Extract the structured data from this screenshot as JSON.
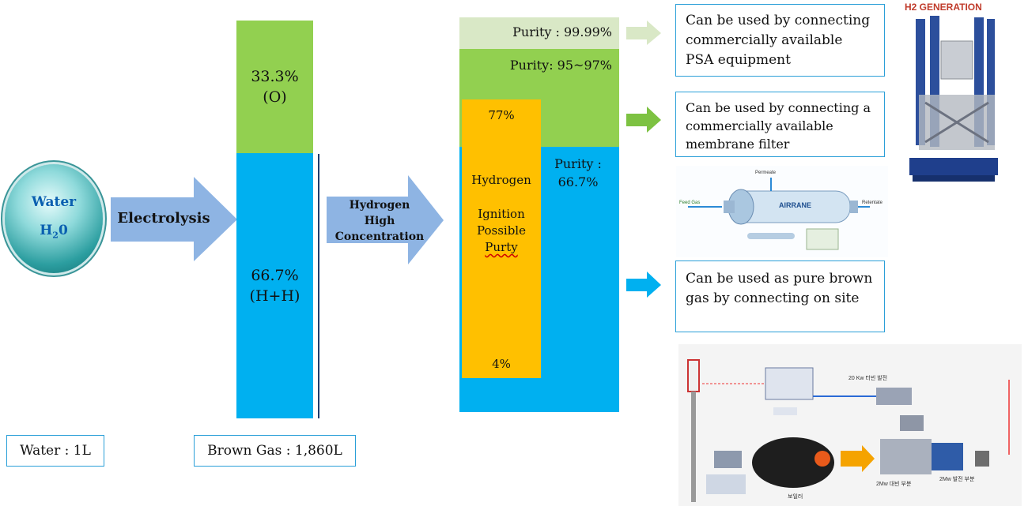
{
  "water": {
    "title": "Water",
    "formula_base": "H",
    "formula_sub": "2",
    "formula_end": "0"
  },
  "arrows": {
    "electrolysis": "Electrolysis",
    "hydrogen": "Hydrogen\nHigh\nConcentration"
  },
  "brown_gas_bar": {
    "oxygen": {
      "percent": "33.3%",
      "label": "(O)"
    },
    "hydrogen": {
      "percent": "66.7%",
      "label": "(H+H)"
    }
  },
  "purity_chart": {
    "purity_top": "Purity : 99.99%",
    "purity_mid": "Purity: 95~97%",
    "purity_low_1": "Purity :",
    "purity_low_2": "66.7%",
    "ignition": {
      "upper": "77%",
      "title": "Hydrogen",
      "desc_1": "Ignition",
      "desc_2": "Possible",
      "desc_3": "Purty",
      "lower": "4%"
    }
  },
  "uses": [
    "Can be used by connecting commercially available PSA equipment",
    "Can be used by connecting a commercially available membrane filter",
    "Can be used as pure brown gas by connecting on site"
  ],
  "images": {
    "h2_generation_title": "H2 GENERATION",
    "membrane_brand": "AIRRANE",
    "membrane_permeate": "Permeate",
    "membrane_feed": "Feed Gas",
    "membrane_retentate": "Retentate",
    "system_turbine": "20 Kw 터빈 발전",
    "system_steam": "2Mw 대빈 부분",
    "system_generator": "2Mw 발전 부분",
    "system_boiler": "보일러"
  },
  "footer": {
    "water_volume": "Water : 1L",
    "brown_gas_volume": "Brown Gas : 1,860L"
  },
  "colors": {
    "green": "#92d050",
    "light_green": "#d9e8c6",
    "blue": "#00b0f0",
    "orange": "#ffc000",
    "arrow_blue": "#8eb4e3",
    "box_border": "#2a9fd8"
  }
}
